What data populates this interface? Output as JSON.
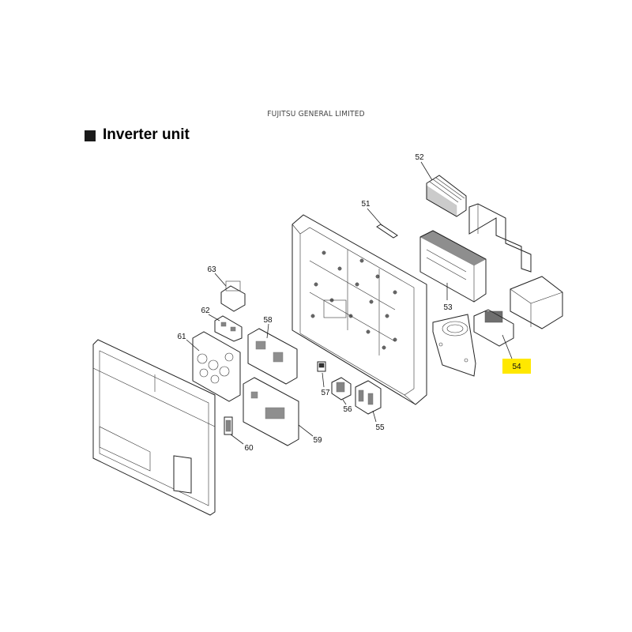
{
  "header": {
    "brand": "FUJITSU GENERAL LIMITED",
    "title": "Inverter unit"
  },
  "highlight_color": "#ffe800",
  "parts": [
    {
      "id": "p52",
      "label": "52"
    },
    {
      "id": "p51",
      "label": "51"
    },
    {
      "id": "p53",
      "label": "53"
    },
    {
      "id": "p54",
      "label": "54",
      "highlighted": true
    },
    {
      "id": "p63",
      "label": "63"
    },
    {
      "id": "p62",
      "label": "62"
    },
    {
      "id": "p58",
      "label": "58"
    },
    {
      "id": "p61",
      "label": "61"
    },
    {
      "id": "p57",
      "label": "57"
    },
    {
      "id": "p56",
      "label": "56"
    },
    {
      "id": "p55",
      "label": "55"
    },
    {
      "id": "p59",
      "label": "59"
    },
    {
      "id": "p60",
      "label": "60"
    }
  ]
}
